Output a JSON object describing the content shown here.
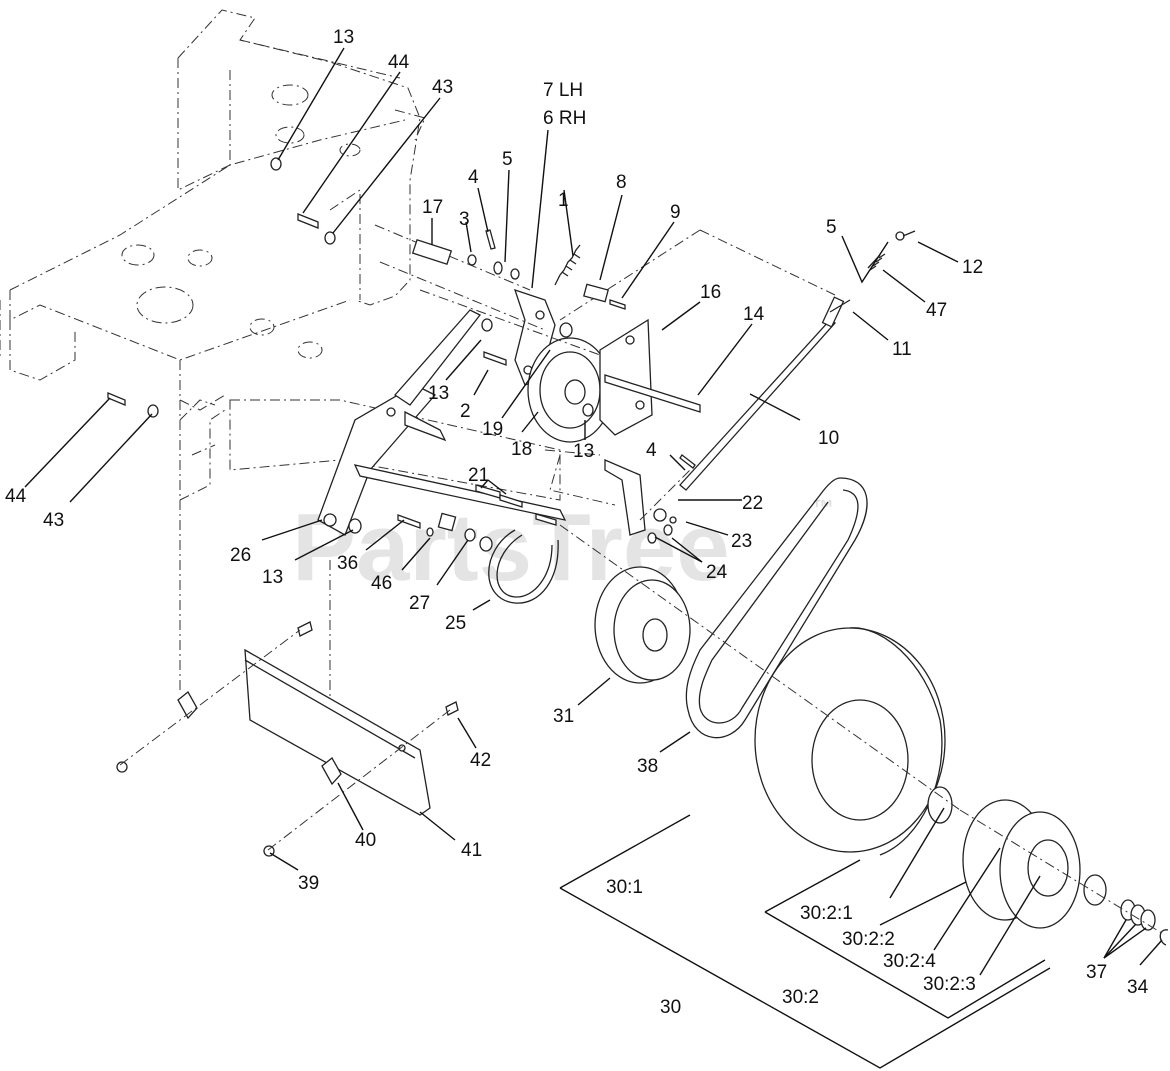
{
  "watermark": {
    "text": "PartsTree",
    "trademark": "™"
  },
  "callouts": {
    "c13a": "13",
    "c44a": "44",
    "c43a": "43",
    "c7": "7 LH",
    "c6": "6 RH",
    "c4a": "4",
    "c5a": "5",
    "c3": "3",
    "c17": "17",
    "c1": "1",
    "c8": "8",
    "c9": "9",
    "c16": "16",
    "c14": "14",
    "c5b": "5",
    "c12": "12",
    "c47": "47",
    "c11": "11",
    "c13b": "13",
    "c2": "2",
    "c19": "19",
    "c18": "18",
    "c13c": "13",
    "c10": "10",
    "c4b": "4",
    "c22": "22",
    "c23": "23",
    "c24": "24",
    "c21": "21",
    "c44b": "44",
    "c43b": "43",
    "c26": "26",
    "c13d": "13",
    "c36": "36",
    "c46": "46",
    "c27": "27",
    "c25": "25",
    "c31": "31",
    "c38": "38",
    "c42": "42",
    "c40": "40",
    "c41": "41",
    "c39": "39",
    "c30_1": "30:1",
    "c30_2_1": "30:2:1",
    "c30_2_2": "30:2:2",
    "c30_2_4": "30:2:4",
    "c30_2_3": "30:2:3",
    "c37": "37",
    "c34": "34",
    "c30": "30",
    "c30_2": "30:2"
  }
}
